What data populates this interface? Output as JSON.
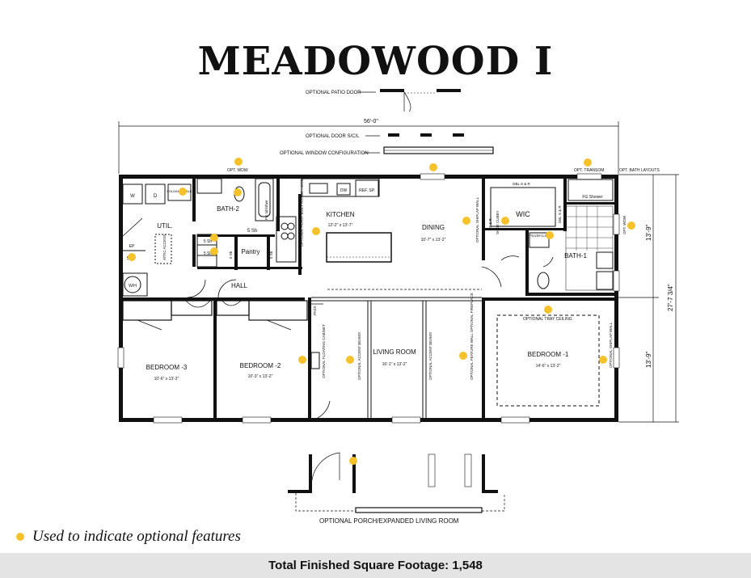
{
  "title": "MEADOWOOD I",
  "optional_color": "#f5c22b",
  "wall_color": "#111111",
  "callouts": {
    "patio_door": "OPTIONAL PATIO DOOR",
    "door_slider": "OPTIONAL DOOR S/C/L",
    "window_config": "OPTIONAL WINDOW CONFIGURATION",
    "opt_window": "OPT. WDW",
    "opt_transom": "OPT. TRANSOM",
    "opt_bath_layouts": "OPT. BATH LAYOUTS",
    "tray_ceiling": "OPTIONAL TRAY CEILING",
    "porch": "OPTIONAL PORCH/EXPANDED LIVING ROOM"
  },
  "dimensions": {
    "overall_width": "56'-0\"",
    "depth_total": "27'-7 3/4\"",
    "depth_upper": "13'-9\"",
    "depth_lower": "13'-9\""
  },
  "rooms": {
    "kitchen": {
      "name": "KITCHEN",
      "size": "12'-2\" x 13'-7\""
    },
    "dining": {
      "name": "DINING",
      "size": "10'-7\" x 13'-2\""
    },
    "living": {
      "name": "LIVING ROOM",
      "size": "16'-1\" x 13'-2\""
    },
    "bedroom1": {
      "name": "BEDROOM -1",
      "size": "14'-6\" x 13'-2\""
    },
    "bedroom2": {
      "name": "BEDROOM -2",
      "size": "10'-3\" x 13'-2\""
    },
    "bedroom3": {
      "name": "BEDROOM -3",
      "size": "10'-6\" x 13'-2\""
    },
    "util": "UTIL.",
    "hall": "HALL",
    "bath2": "BATH-2",
    "bath1": "BATH-1",
    "wic": "WIC",
    "pantry": "Pantry"
  },
  "fixtures": {
    "washer": "W",
    "dryer": "D",
    "folding_table": "FOLDING TABLE",
    "dw": "DW",
    "ref": "REF. SP.",
    "fg_shower": "FG Shower",
    "fg_tub": "FG tub/shwr",
    "wh": "W/H",
    "ep": "EP",
    "attic": "ATTIC ACCESS",
    "five_sh": "5 Sh",
    "five_sh_b": "5 Sh",
    "five_sh_c": "5 Sh",
    "five_sh_d": "5 Sh",
    "five_sh_e": "5 Sh",
    "dbl_sr_top": "DBL S & R",
    "dbl_sr_side": "DBL S & R",
    "sr": "S & R",
    "plush_linen": "PLUSH LIN.",
    "opt_wdw_side": "OPT. WDW"
  },
  "vertical_labels": {
    "bult_range_hood": "OPTIONAL PLANT BUILT RANGE HOOD",
    "shiplap_wic": "OPTIONAL SHIPLAP WALL",
    "shoe_cubby": "SHOE CUBBY",
    "accent_beams_left": "OPTIONAL ACCENT BEAMS",
    "accent_beams_right": "OPTIONAL ACCENT BEAMS",
    "feature_wall": "OPTIONAL FEATURE WALL OPTIONAL FIREPLACE",
    "shiplap_bed": "OPTIONAL SHIPLAP WALL",
    "floating_cabinet": "OPTIONAL FLOATING CABINET",
    "pass_label": "PASS"
  },
  "legend": "Used to indicate optional features",
  "footer": "Total Finished Square Footage: 1,548"
}
